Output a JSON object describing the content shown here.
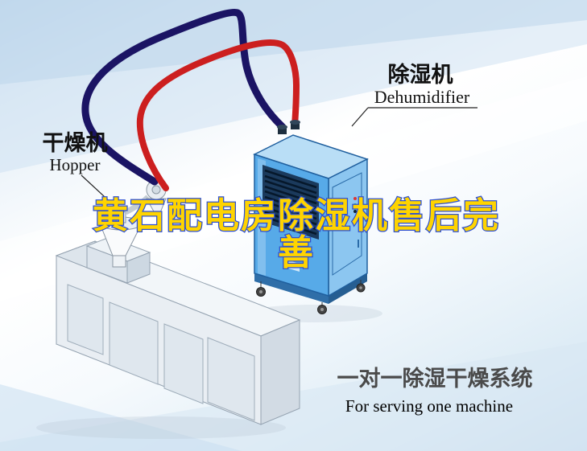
{
  "labels": {
    "hopper": {
      "zh": "干燥机",
      "en": "Hopper"
    },
    "dehumidifier": {
      "zh": "除湿机",
      "en": "Dehumidifier"
    }
  },
  "title": {
    "line1": "黄石配电房除湿机售后完",
    "line2": "善",
    "fill": "#ffd400",
    "stroke": "#2d4fd2"
  },
  "caption": {
    "zh": "一对一除湿干燥系统",
    "en": "For serving one machine",
    "zh_color": "#4a4a4a",
    "en_color": "#000000"
  },
  "colors": {
    "pipe_red": "#cc1f1f",
    "pipe_navy": "#1b1464",
    "cabinet_front": "#57aae8",
    "cabinet_side": "#8cc6f0",
    "cabinet_top": "#b9def6",
    "vent_dark": "#1b3a5c"
  }
}
